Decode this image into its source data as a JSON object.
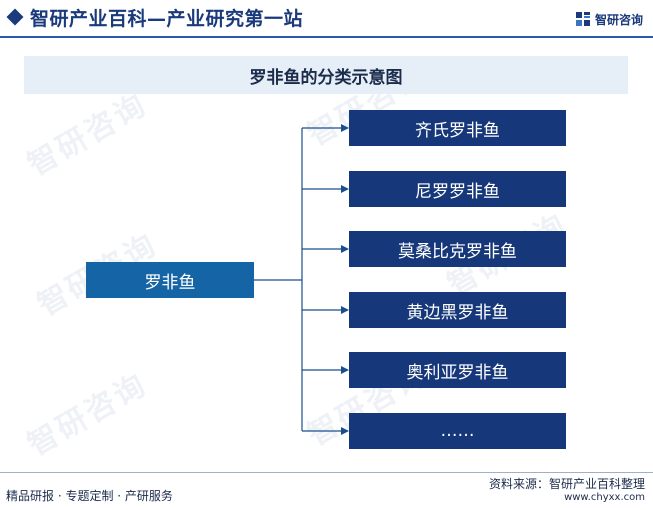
{
  "header": {
    "title": "智研产业百科—产业研究第一站",
    "brand_name": "智研咨询",
    "brand_icon": "zhiyan-logo-icon"
  },
  "banner": {
    "title": "罗非鱼的分类示意图"
  },
  "diagram": {
    "root": "罗非鱼",
    "leaves": [
      "齐氏罗非鱼",
      "尼罗罗非鱼",
      "莫桑比克罗非鱼",
      "黄边黑罗非鱼",
      "奥利亚罗非鱼",
      "……"
    ]
  },
  "footer": {
    "tagline": "精品研报 · 专题定制 · 产研服务",
    "source": "资料来源：智研产业百科整理",
    "url": "www.chyxx.com"
  },
  "watermark": {
    "text": "智研咨询"
  },
  "colors": {
    "brand_navy": "#1a3a7c",
    "root_fill": "#1565a6",
    "leaf_fill": "#16387a",
    "connector": "#1a4f8c",
    "banner_fill": "#e6eef7"
  }
}
